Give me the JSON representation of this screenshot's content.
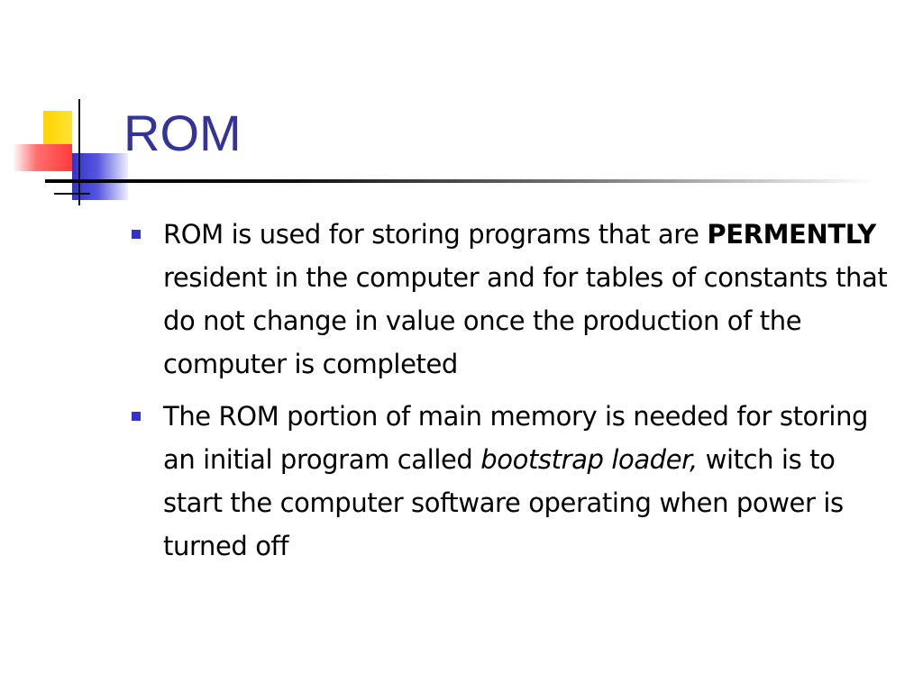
{
  "slide": {
    "title": "ROM",
    "bullets": [
      {
        "part1": "ROM is used for storing programs that are ",
        "bold": "PERMENTLY",
        "part2": " resident in the computer and for tables of constants that do not change in value once the production of the computer is completed"
      },
      {
        "part1": "The ROM portion of main memory is needed for storing an initial program called ",
        "italic": "bootstrap loader,",
        "part2": " witch is to start the computer software operating when power is turned off"
      }
    ]
  },
  "colors": {
    "title": "#333399",
    "bullet": "#3333cc",
    "deco_yellow": "#ffd400",
    "deco_red": "#ff3b3b",
    "deco_blue": "#3333cc"
  },
  "icons": {
    "bullet": "square-bullet-icon",
    "logo": "color-blocks-logo"
  }
}
